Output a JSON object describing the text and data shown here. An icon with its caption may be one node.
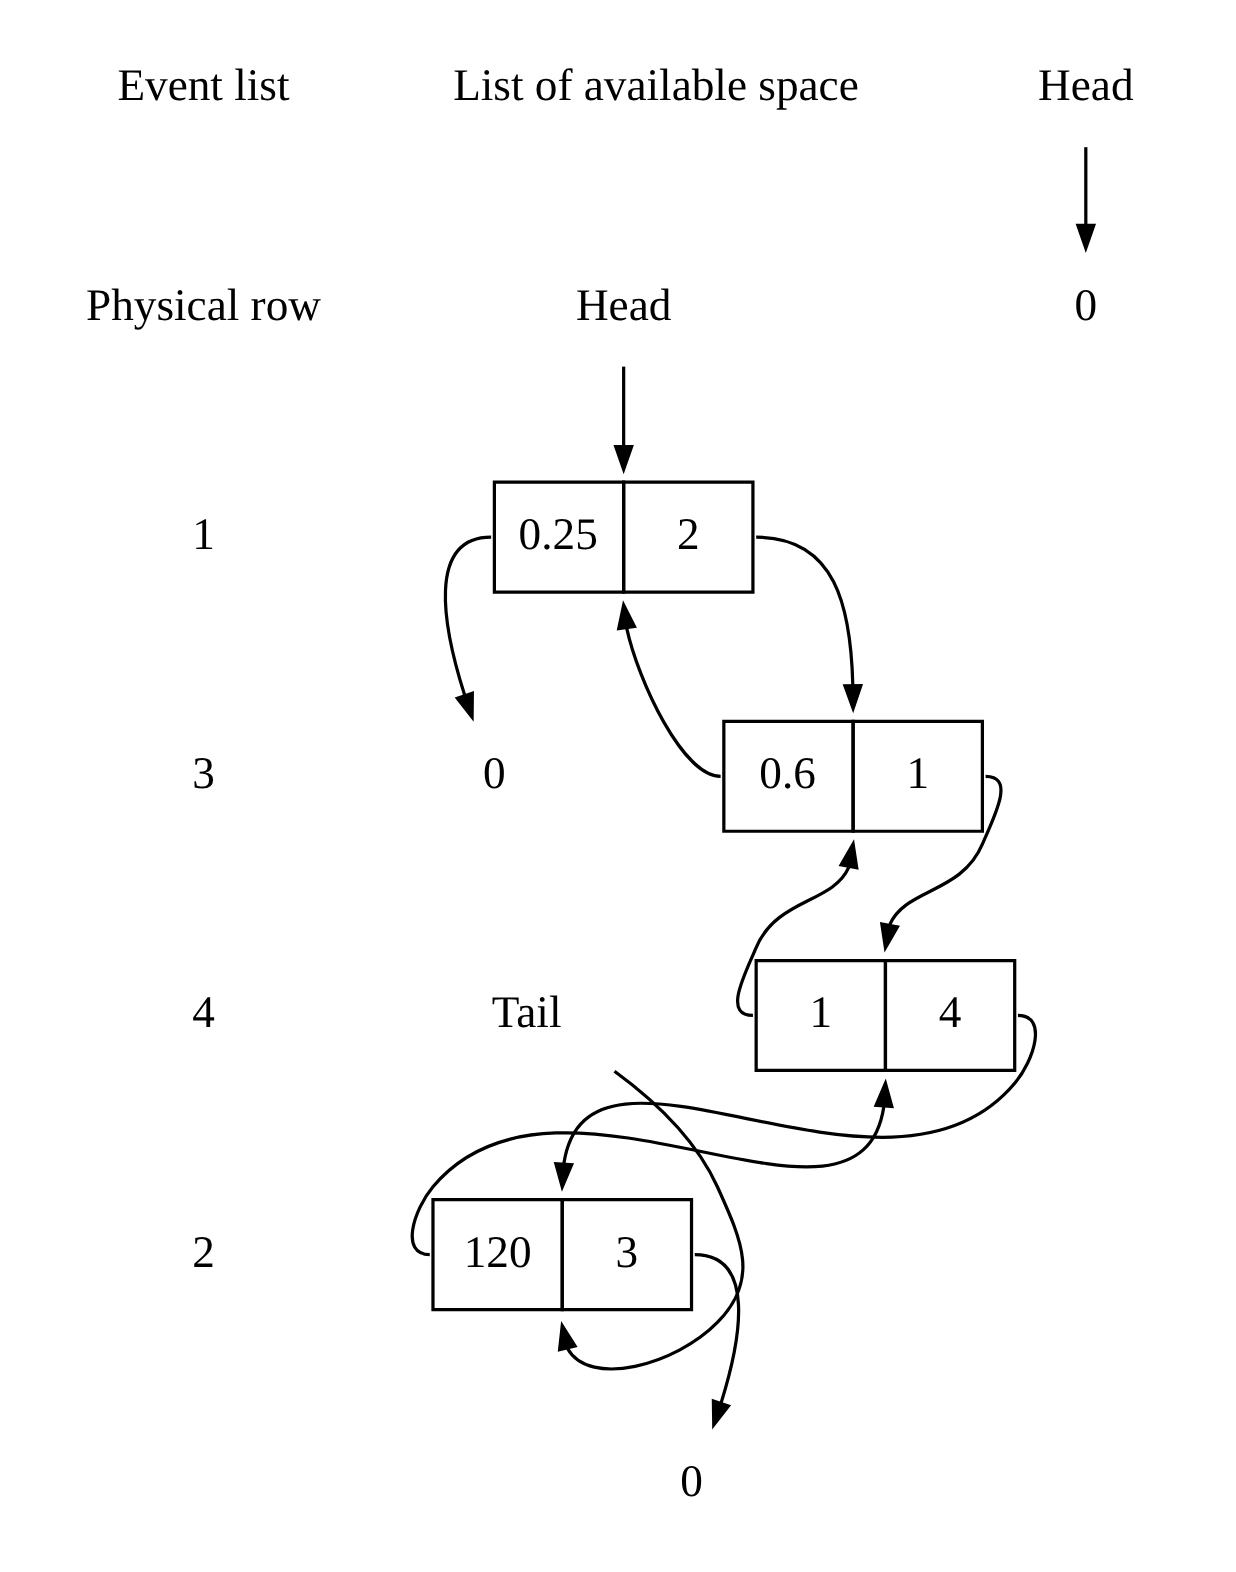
{
  "diagram": {
    "nodes": [
      {
        "text": [
          "0"
        ]
      },
      {
        "text": [
          "Head"
        ]
      },
      {
        "text": [
          "0.25",
          "2"
        ]
      },
      {
        "text": [
          "0.6",
          "1"
        ]
      },
      {
        "text": [
          "1",
          "4"
        ]
      },
      {
        "text": [
          "120",
          "3"
        ]
      },
      {
        "text": [
          "Tail"
        ]
      },
      {
        "text": [
          "0"
        ]
      },
      {
        "text": [
          "Head"
        ]
      },
      {
        "text": [
          "0"
        ]
      }
    ],
    "edges": [
      {
        "from": 1,
        "to": 2,
        "arrow": "to"
      },
      {
        "from": 2,
        "to": 0,
        "arrow": "to"
      },
      {
        "from": 2,
        "to": 3,
        "arrow": "to"
      },
      {
        "from": 3,
        "to": 2,
        "arrow": "to"
      },
      {
        "from": 3,
        "to": 4,
        "arrow": "to"
      },
      {
        "from": 4,
        "to": 3,
        "arrow": "to"
      },
      {
        "from": 4,
        "to": 5,
        "arrow": "to"
      },
      {
        "from": 5,
        "to": 4,
        "arrow": "to"
      },
      {
        "from": 6,
        "to": 5,
        "arrow": "to"
      },
      {
        "from": 5,
        "to": 7,
        "arrow": "to"
      },
      {
        "from": 8,
        "to": 9,
        "arrow": "to"
      }
    ],
    "labels": [
      "Event list",
      "List of available space",
      "Physical row",
      "1",
      "3",
      "4",
      "2"
    ]
  }
}
